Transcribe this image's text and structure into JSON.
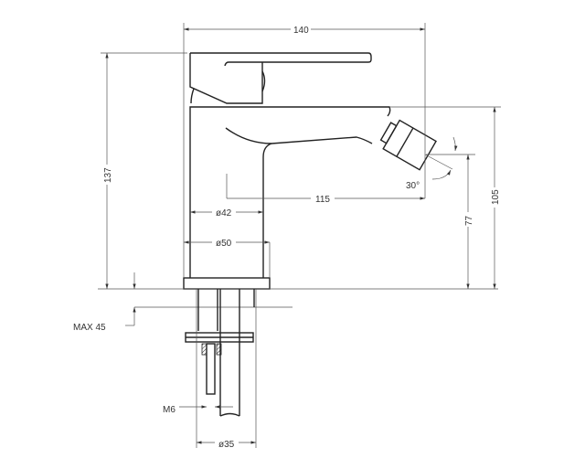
{
  "drawing": {
    "title": "Bidet mixer dimension drawing",
    "dimensions": {
      "overall_width": "140",
      "overall_height": "137",
      "spout_reach": "115",
      "spray_angle": "30°",
      "body_diameter_top": "ø42",
      "body_diameter_base": "ø50",
      "outlet_height": "77",
      "spout_height": "105",
      "max_deck_thickness": "MAX 45",
      "stud_thread": "M6",
      "hole_diameter": "ø35"
    }
  }
}
